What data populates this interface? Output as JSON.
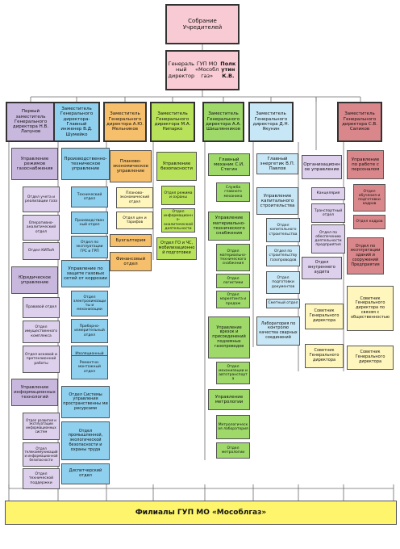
{
  "colors": {
    "top": "#f8cad3",
    "director": "#f9cbd4",
    "violet": "#c9b8de",
    "blue": "#8fd0ee",
    "orange": "#f5bf6c",
    "green": "#b8e25a",
    "green2": "#9ed96a",
    "lightblue": "#c8e7f6",
    "cream": "#fff6bd",
    "red": "#d9878a",
    "light_violet": "#ddd0ec",
    "white": "#ffffff",
    "yellow": "#fff56d",
    "line": "#6a6a6a"
  },
  "top": {
    "label": "Собрание Учредителей"
  },
  "director": {
    "line1": "Генеральный директор",
    "line2": "ГУП МО «Мособлгаз»",
    "line3": "Полкутин К.В."
  },
  "deputies": [
    {
      "id": "d1",
      "label": "Первый заместитель Генерального директора Н.В. Лапунов"
    },
    {
      "id": "d2",
      "label": "Заместитель Генерального директора- Главный инженер В.Д. Шумейко"
    },
    {
      "id": "d3",
      "label": "Заместитель Генерального директора А.Ю. Мельников"
    },
    {
      "id": "d4",
      "label": "Заместитель Генерального директора М.А. Нипарко"
    },
    {
      "id": "d5",
      "label": "Заместитель Генерального директора А.А. Шишлянников"
    },
    {
      "id": "d6",
      "label": "Заместитель Генерального директора Д.Н. Якунин"
    },
    {
      "id": "d8",
      "label": "Заместитель Генерального директора С.В. Сапиков"
    }
  ],
  "col1": [
    {
      "id": "c1h1",
      "label": "Управление режимов газоснабжения"
    },
    {
      "id": "c1a",
      "label": "Отдел учета и реализации газа"
    },
    {
      "id": "c1b",
      "label": "Оперативно- аналитический отдел"
    },
    {
      "id": "c1c",
      "label": "Отдел КИПиА"
    },
    {
      "id": "c1h2",
      "label": "Юридическое управление"
    },
    {
      "id": "c1d",
      "label": "Правовой отдел"
    },
    {
      "id": "c1e",
      "label": "Отдел имущественного комплекса"
    },
    {
      "id": "c1f",
      "label": "Отдел исковой и претензионной работы"
    },
    {
      "id": "c1h3",
      "label": "Управление информационных технологий"
    },
    {
      "id": "c1g",
      "label": "Отдел развития и эксплуатации информационных систем"
    },
    {
      "id": "c1h",
      "label": "Отдел телекоммуникаций и информационной безопасности"
    },
    {
      "id": "c1i",
      "label": "Отдел технической поддержки"
    }
  ],
  "col2": [
    {
      "id": "c2h1",
      "label": "Производственно- техническое управление"
    },
    {
      "id": "c2a",
      "label": "Технический отдел"
    },
    {
      "id": "c2b",
      "label": "Производствен ный отдел"
    },
    {
      "id": "c2c",
      "label": "Отдел по эксплуатации ГРС и ГРП"
    },
    {
      "id": "c2h2",
      "label": "Управление по защите газовых сетей от коррозии"
    },
    {
      "id": "c2d",
      "label": "Отдел электрохимзащиты и механизации"
    },
    {
      "id": "c2e",
      "label": "Приборно- измерительный отдел"
    },
    {
      "id": "c2f",
      "label": "Изоляционный отдел"
    },
    {
      "id": "c2g",
      "label": "Ремонтно- монтажный отдел"
    },
    {
      "id": "c2h",
      "label": "Отдел Системы управления пространственны ми ресурсами"
    },
    {
      "id": "c2i",
      "label": "Отдел промышленной, экологической безопасности и охраны труда"
    },
    {
      "id": "c2j",
      "label": "Диспетчерский отдел"
    }
  ],
  "col3": [
    {
      "id": "c3h1",
      "label": "Планово- экономическое управление"
    },
    {
      "id": "c3a",
      "label": "Планово- экономический отдел"
    },
    {
      "id": "c3b",
      "label": "Отдел цен и тарифов"
    },
    {
      "id": "c3c",
      "label": "Бухгалтерия"
    },
    {
      "id": "c3d",
      "label": "Финансовый отдел"
    }
  ],
  "col4": [
    {
      "id": "c4h1",
      "label": "Управление безопасности"
    },
    {
      "id": "c4a",
      "label": "Отдел режима и охраны"
    },
    {
      "id": "c4b",
      "label": "Отдел информационно- аналитической деятельности"
    },
    {
      "id": "c4c",
      "label": "Отдел ГО и ЧС, мобилизационной подготовки"
    }
  ],
  "col5": [
    {
      "id": "c5h1",
      "label": "Главный механик С.И. Стегин"
    },
    {
      "id": "c5a",
      "label": "Служба главного механика"
    },
    {
      "id": "c5h2",
      "label": "Управление материально- технического снабжения"
    },
    {
      "id": "c5b",
      "label": "Отдел материально- технического снабжения"
    },
    {
      "id": "c5c",
      "label": "Отдел логистики"
    },
    {
      "id": "c5d",
      "label": "Отдел маркетинга и продаж"
    },
    {
      "id": "c5h3",
      "label": "Управление врезок и присоединений подземных газопроводов"
    },
    {
      "id": "c5e",
      "label": "Отдел механизации и автотранспорта"
    },
    {
      "id": "c5h4",
      "label": "Управление метрологии"
    },
    {
      "id": "c5f",
      "label": "Метрологическ ая лаборатория"
    },
    {
      "id": "c5g",
      "label": "Отдел метрологии"
    }
  ],
  "col6": [
    {
      "id": "c6h1",
      "label": "Главный энергетик В.П. Павлов"
    },
    {
      "id": "c6h2",
      "label": "Управление капитального строительства"
    },
    {
      "id": "c6a",
      "label": "Отдел капитального строительства"
    },
    {
      "id": "c6b",
      "label": "Отдел по строительству газопроводов"
    },
    {
      "id": "c6c",
      "label": "Отдел подготовки документов"
    },
    {
      "id": "c6d",
      "label": "Сметный отдел"
    },
    {
      "id": "c6h3",
      "label": "Лаборатория по контролю качества сварных соединений"
    }
  ],
  "col7": [
    {
      "id": "c7h1",
      "label": "Организационное управление"
    },
    {
      "id": "c7a",
      "label": "Канцелярия"
    },
    {
      "id": "c7b",
      "label": "Транспортный отдел"
    },
    {
      "id": "c7c",
      "label": "Отдел по обеспечению деятельности предприятия"
    },
    {
      "id": "c7d",
      "label": "Отдел внутреннего аудита"
    }
  ],
  "col8": [
    {
      "id": "c8h1",
      "label": "Управление по работе с персоналом"
    },
    {
      "id": "c8a",
      "label": "Отдел обучения и подготовки кадров"
    },
    {
      "id": "c8b",
      "label": "Отдел кадров"
    },
    {
      "id": "c8h2",
      "label": "Отдел по эксплуатации зданий и сооружений Предприятия"
    }
  ],
  "advisors": [
    {
      "id": "adv1",
      "label": "Советник Генерального директора"
    },
    {
      "id": "adv2",
      "label": "Советник Генерального директора по связям с общественностью"
    },
    {
      "id": "adv3",
      "label": "Советник Генерального директора"
    },
    {
      "id": "adv4",
      "label": "Советник Генерального директора"
    }
  ],
  "footer": {
    "label": "Филиалы ГУП МО «Мособлгаз»"
  }
}
